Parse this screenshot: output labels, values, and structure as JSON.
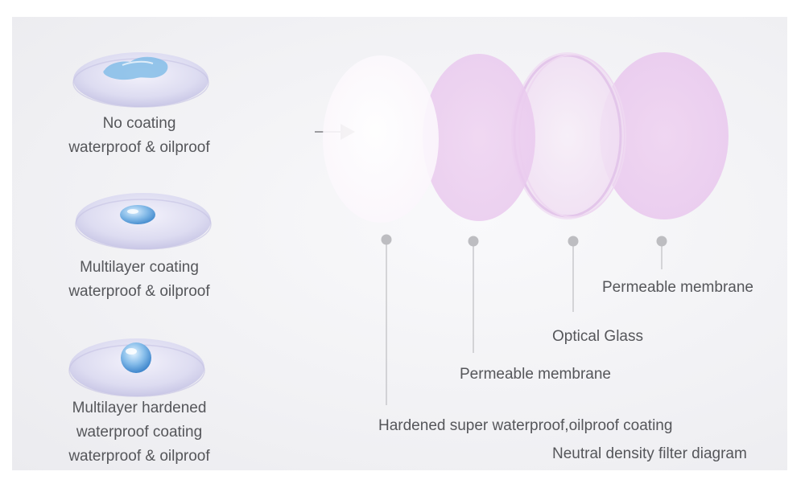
{
  "coating_samples": [
    {
      "lines": [
        "No coating",
        "waterproof & oilproof"
      ],
      "drop": "flat-spread-water-icon"
    },
    {
      "lines": [
        "Multilayer coating",
        "waterproof & oilproof"
      ],
      "drop": "small-bead-water-icon"
    },
    {
      "lines": [
        "Multilayer hardened",
        "waterproof coating",
        "waterproof & oilproof"
      ],
      "drop": "round-bead-water-icon"
    }
  ],
  "layers": [
    {
      "label": "Hardened super waterproof,oilproof coating"
    },
    {
      "label": "Permeable membrane"
    },
    {
      "label": "Optical Glass"
    },
    {
      "label": "Permeable membrane"
    }
  ],
  "footer_caption": "Neutral density filter diagram",
  "colors": {
    "lens_disc": "#d9d8f0",
    "water": "#7fb7e6",
    "membrane": "#f0d8f2",
    "glass_edge": "#e3c6ea",
    "leader": "#b8b8bc",
    "text": "#55565a"
  }
}
